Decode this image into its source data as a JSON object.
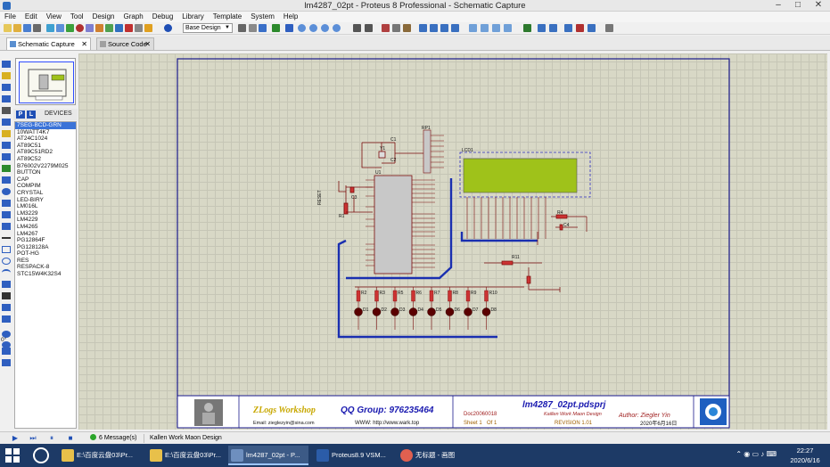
{
  "window": {
    "title": "lm4287_02pt - Proteus 8 Professional - Schematic Capture"
  },
  "menu": [
    "File",
    "Edit",
    "View",
    "Tool",
    "Design",
    "Graph",
    "Debug",
    "Library",
    "Template",
    "System",
    "Help"
  ],
  "toolbar": {
    "design_select": "Base Design"
  },
  "tabs": [
    {
      "label": "Schematic Capture",
      "active": true
    },
    {
      "label": "Source Code",
      "active": false
    }
  ],
  "devices": {
    "p_button": "P",
    "l_button": "L",
    "header": "DEVICES",
    "items": [
      "7SEG-BCD-GRN",
      "10WATT4K7",
      "AT24C1024",
      "AT89C51",
      "AT89C51RD2",
      "AT89C52",
      "B76002V2279M025",
      "BUTTON",
      "CAP",
      "COMPIM",
      "CRYSTAL",
      "LED-BIRY",
      "LM016L",
      "LM3229",
      "LM4229",
      "LM4265",
      "LM4267",
      "PG12864F",
      "PG128128A",
      "POT-HG",
      "RES",
      "RESPACK-8",
      "STC15W4K32S4"
    ],
    "selected": 0
  },
  "left_tools": {
    "rotation": "0°"
  },
  "schematic": {
    "labels": {
      "reset": "RESET",
      "c1": "C1",
      "c2": "C2",
      "c3": "C3",
      "y1": "Y1",
      "r1": "R1",
      "u1": "U1",
      "rp1": "RP1",
      "lcd1": "LCD1",
      "r4": "R4",
      "c4": "C4",
      "r11": "R11"
    },
    "resistors": [
      "R2",
      "R3",
      "R5",
      "R6",
      "R7",
      "R8",
      "R9",
      "R10"
    ],
    "leds": [
      "D1",
      "D2",
      "D3",
      "D4",
      "D5",
      "D6",
      "D7",
      "D8"
    ]
  },
  "titleblock": {
    "logo": "ZLogs Workshop",
    "qq": "QQ Group: 976235464",
    "email": "Email: zieglezyin@sina.com",
    "www": "WWW: http://www.wark.top",
    "project": "lm4287_02pt.pdsprj",
    "author_org": "Kaillen Work Maon Design",
    "doc": "Doc20060018",
    "sheet": "Sheet 1",
    "of": "Of 1",
    "revision": "REVISION 1.01",
    "author": "Author: Ziegler Yin",
    "date": "2020年6月16日"
  },
  "status": {
    "messages": "6 Message(s)",
    "design": "Kallen Work Maon Design"
  },
  "taskbar": {
    "tasks": [
      "E:\\百度云盘03\\Pr...",
      "E:\\百度云盘03\\Pr...",
      "lm4287_02pt - P...",
      "Proteus8.9 VSM...",
      "无标题 - 画图"
    ],
    "time": "22:27",
    "date": "2020/6/16"
  },
  "colors": {
    "accent": "#3b73d8",
    "canvas": "#d8d8c6",
    "sheet_border": "#1a1a8c",
    "lcd": "#9fc21a",
    "led": "#5a0000",
    "bus": "#1a2fb0"
  }
}
